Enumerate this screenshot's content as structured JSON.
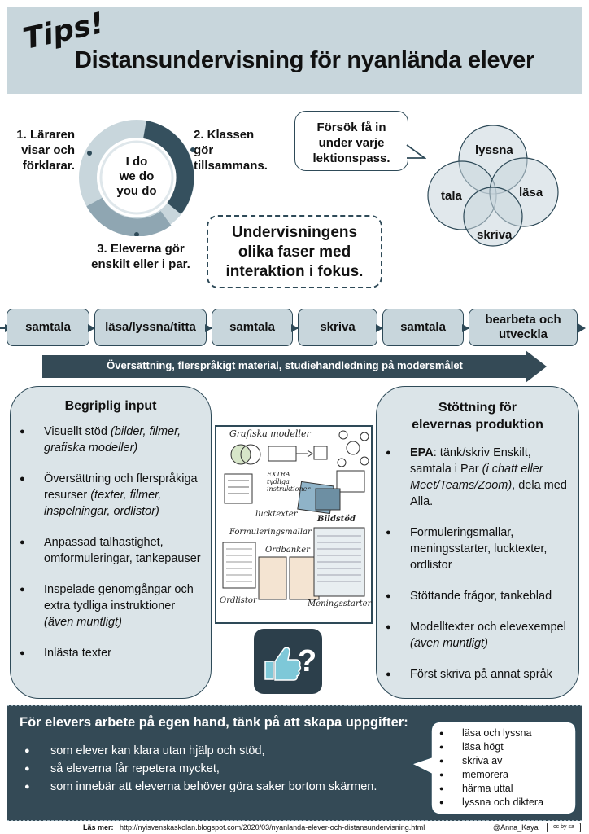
{
  "header": {
    "tips": "Tips!",
    "title": "Distansundervisning för nyanlända elever"
  },
  "cycle": {
    "step1": [
      "1. Läraren",
      "visar och",
      "förklarar."
    ],
    "step2": [
      "2. Klassen",
      "gör",
      "tillsammans."
    ],
    "step3": [
      "3. Eleverna gör",
      "enskilt eller i par."
    ],
    "center": [
      "I do",
      "we do",
      "you do"
    ]
  },
  "speech": [
    "Försök få in",
    "under varje",
    "lektionspass."
  ],
  "venn": [
    "lyssna",
    "tala",
    "läsa",
    "skriva"
  ],
  "phases_note": [
    "Undervisningens",
    "olika faser med",
    "interaktion i fokus."
  ],
  "steps": [
    "samtala",
    "läsa/lyssna/titta",
    "samtala",
    "skriva",
    "samtala",
    "bearbeta och utveckla"
  ],
  "banner": "Översättning, flerspråkigt material, studiehandledning på modersmålet",
  "left_panel": {
    "title": "Begriplig input",
    "items": [
      {
        "text": "Visuellt stöd ",
        "italic": "(bilder, filmer, grafiska modeller)"
      },
      {
        "text": "Översättning och flerspråkiga resurser ",
        "italic": "(texter, filmer, inspelningar, ordlistor)"
      },
      {
        "text": "Anpassad talhastighet, omformuleringar, tankepauser",
        "italic": ""
      },
      {
        "text": "Inspelade genomgångar och extra tydliga instruktioner ",
        "italic": "(även muntligt)"
      },
      {
        "text": "Inlästa texter",
        "italic": ""
      }
    ]
  },
  "right_panel": {
    "title": [
      "Stöttning för",
      "elevernas produktion"
    ],
    "epa": {
      "label": "EPA",
      "text": ": tänk/skriv Enskilt, samtala i Par ",
      "italic": "(i chatt eller Meet/Teams/Zoom)",
      "tail": ", dela med Alla."
    },
    "items": [
      {
        "text": "Formuleringsmallar, meningsstarter, lucktexter, ordlistor",
        "italic": ""
      },
      {
        "text": "Stöttande frågor, tankeblad",
        "italic": ""
      },
      {
        "text": "Modelltexter och elevexempel ",
        "italic": "(även muntligt)"
      },
      {
        "text": "Först skriva på annat språk",
        "italic": ""
      }
    ]
  },
  "sketch_labels": [
    "Grafiska modeller",
    "EXTRA tydliga instruktioner",
    "lucktexter",
    "Bildstöd",
    "Formuleringsmallar",
    "Ordbanker",
    "Ordlistor",
    "Meningsstarter"
  ],
  "bottom": {
    "title": "För elevers arbete på egen hand, tänk på att skapa uppgifter:",
    "items": [
      "som elever kan klara utan hjälp och stöd,",
      "så eleverna får repetera mycket,",
      "som innebär att eleverna behöver göra saker bortom skärmen."
    ],
    "activities": [
      "läsa och lyssna",
      "läsa högt",
      "skriva av",
      "memorera",
      "härma uttal",
      "lyssna och diktera"
    ]
  },
  "footer": {
    "read_more": "Läs mer:",
    "url": "http://nyisvenskaskolan.blogspot.com/2020/03/nyanlanda-elever-och-distansundervisning.html",
    "handle": "@Anna_Kaya",
    "license": "cc by sa"
  },
  "colors": {
    "dark": "#2e4a58",
    "light": "#c8d6dc",
    "panel": "#dbe4e8",
    "bottom": "#344a56"
  }
}
